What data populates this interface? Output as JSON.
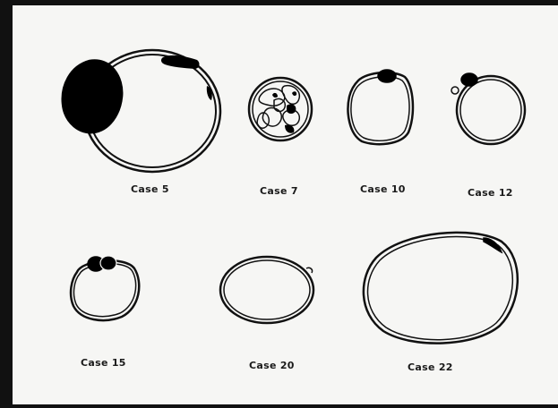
{
  "figure": {
    "background": "#f6f6f4",
    "ink": "#111111",
    "frame_color": "#111111"
  },
  "cases": [
    {
      "label": "Case 5"
    },
    {
      "label": "Case 7"
    },
    {
      "label": "Case 10"
    },
    {
      "label": "Case 12"
    },
    {
      "label": "Case 15"
    },
    {
      "label": "Case 20"
    },
    {
      "label": "Case 22"
    }
  ]
}
